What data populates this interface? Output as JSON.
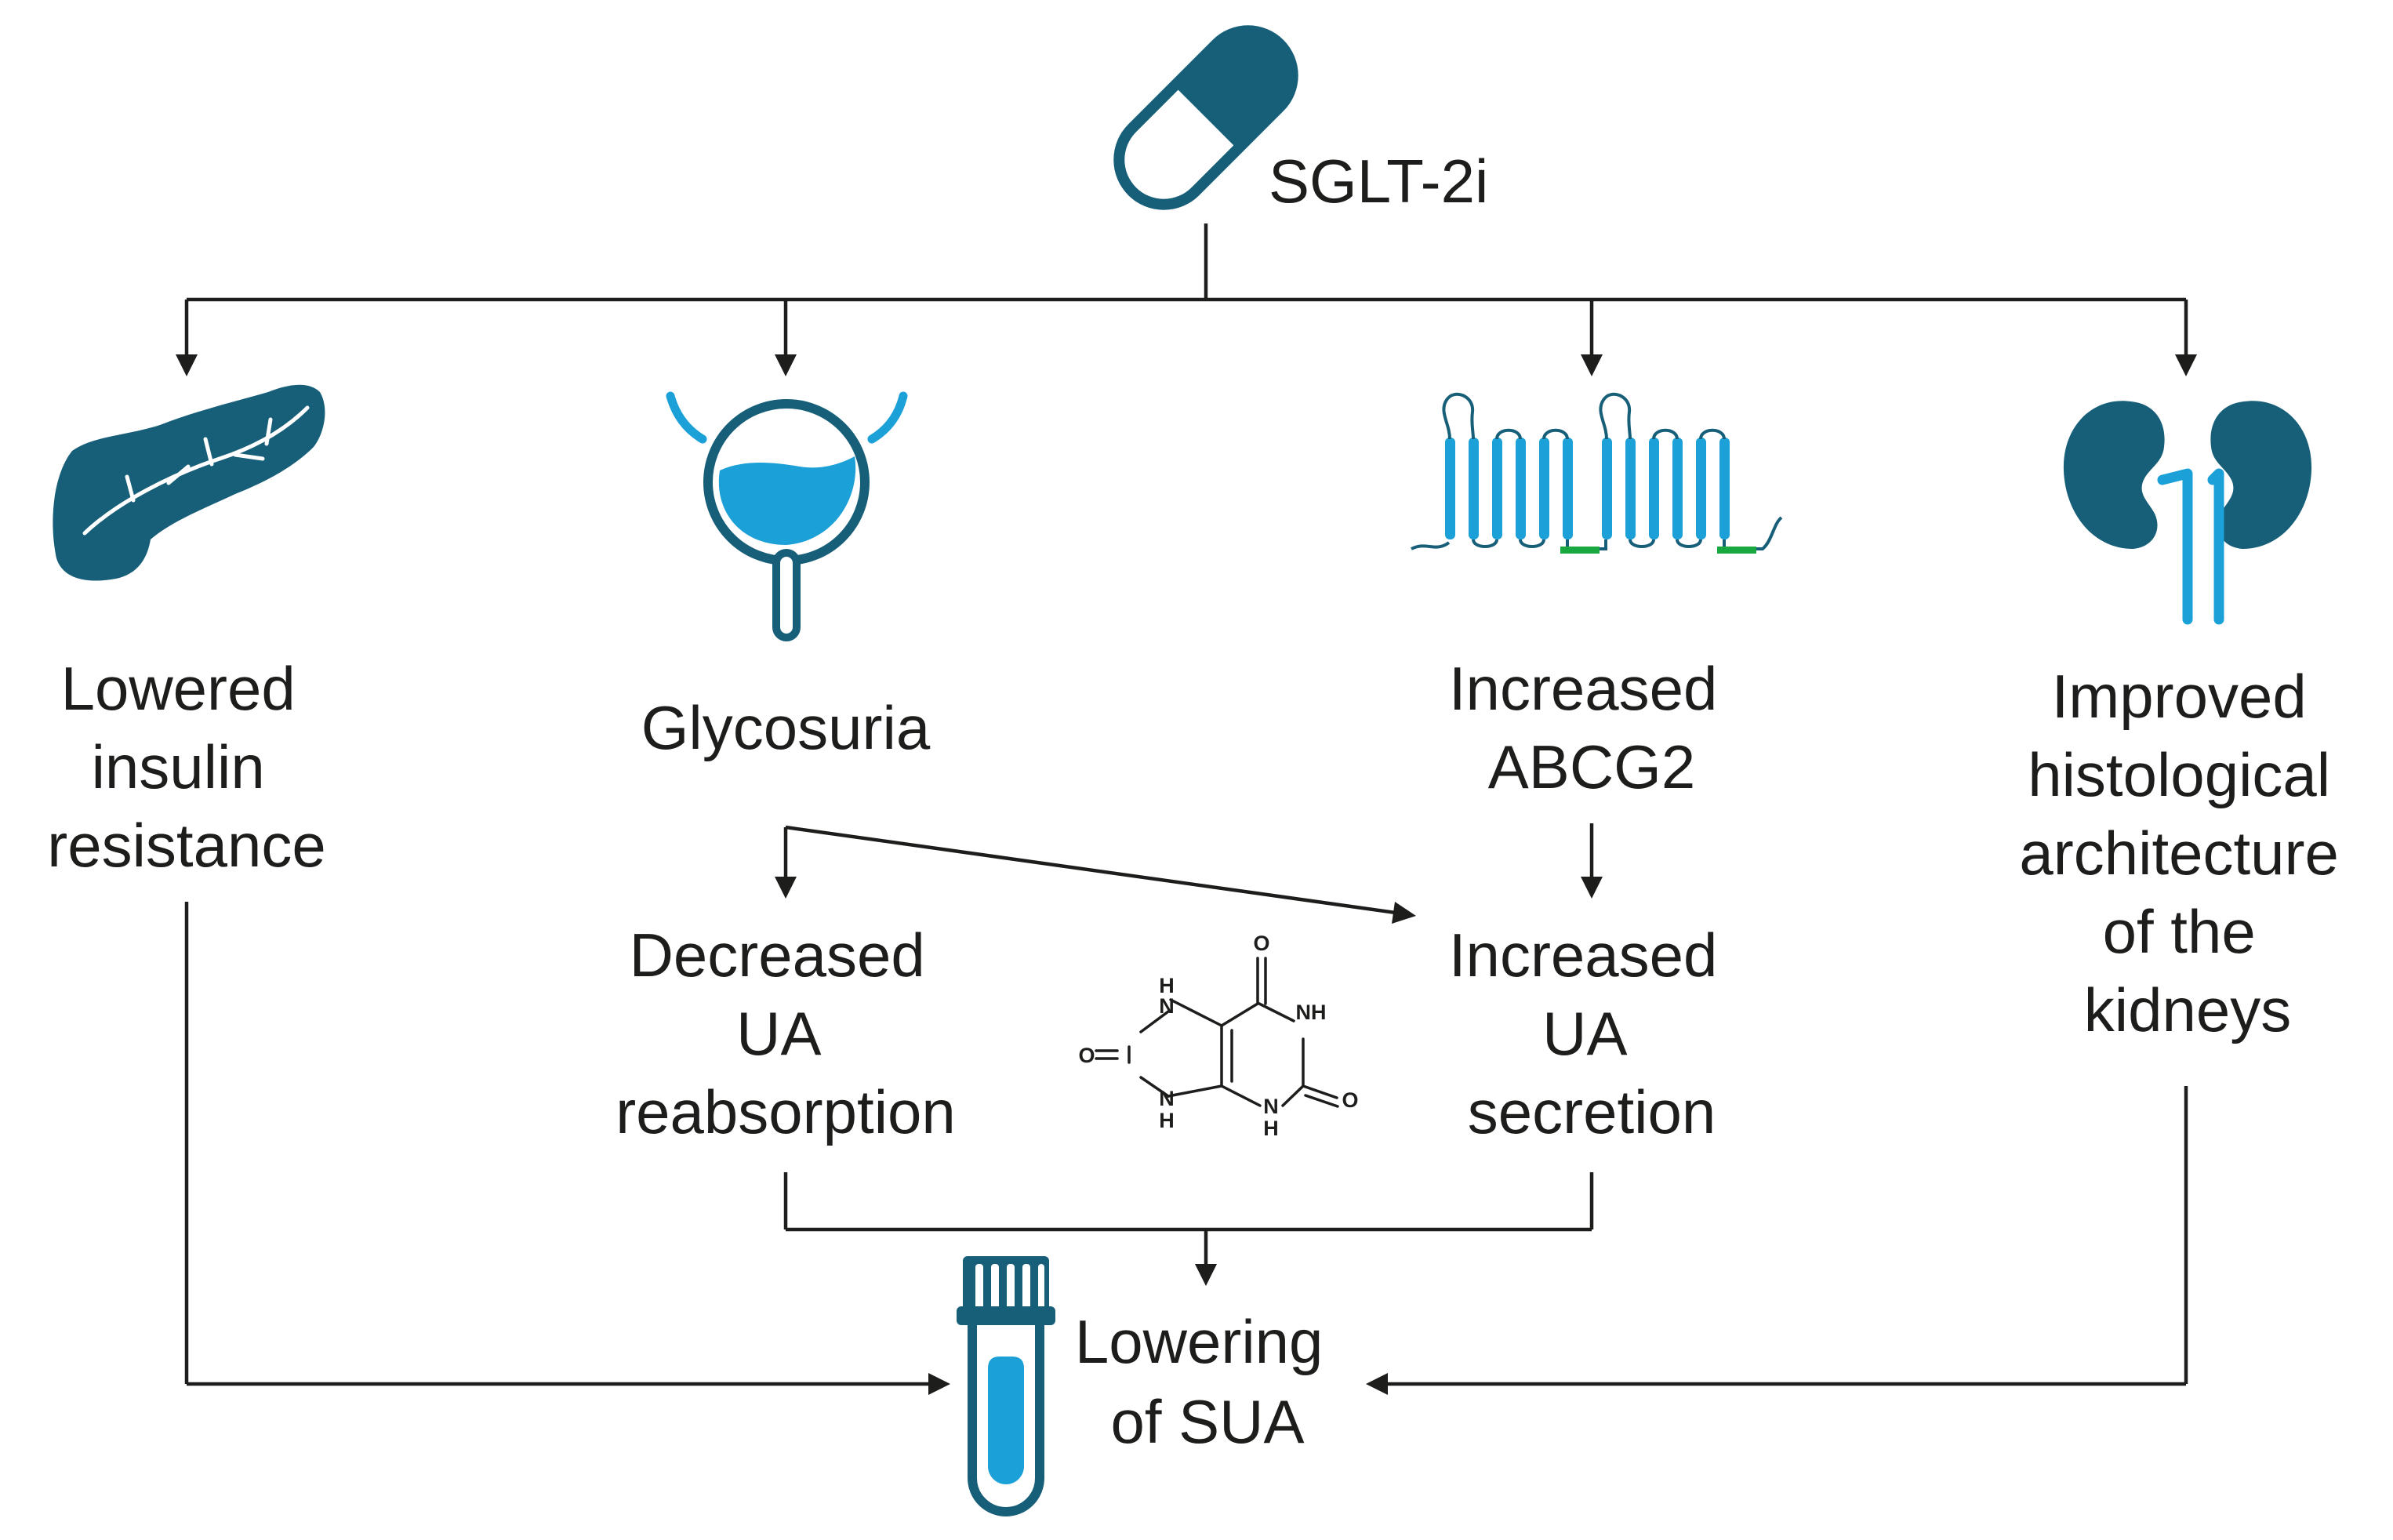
{
  "colors": {
    "dark_teal": "#175f78",
    "light_blue": "#1ca0d8",
    "green": "#19a83f",
    "line": "#1d1d1b"
  },
  "drug": {
    "icon": "capsule-icon",
    "label": "SGLT-2i"
  },
  "effects": {
    "insulin": {
      "icon": "pancreas-icon",
      "lines": [
        "Lowered",
        "insulin",
        "resistance"
      ]
    },
    "glycosuria": {
      "icon": "bladder-icon",
      "lines": [
        "Glycosuria"
      ]
    },
    "abcg2": {
      "icon": "transmembrane-protein-icon",
      "lines": [
        "Increased",
        "ABCG2"
      ]
    },
    "kidneys": {
      "icon": "kidneys-icon",
      "lines": [
        "Improved",
        "histological",
        "architecture",
        "of the",
        "kidneys"
      ]
    }
  },
  "mechanisms": {
    "reabsorption": {
      "lines": [
        "Decreased",
        "UA",
        "reabsorption"
      ]
    },
    "secretion": {
      "lines": [
        "Increased",
        "UA",
        "secretion"
      ]
    }
  },
  "uric_acid": {
    "icon": "uric-acid-molecule-icon",
    "atoms": {
      "nh_top_left": "H",
      "n_top_left": "N",
      "o_left": "O",
      "n_bottom_left": "N",
      "h_bottom_left": "H",
      "o_top": "O",
      "nh_right": "NH",
      "n_bottom": "N",
      "h_bottom": "H",
      "o_right": "O"
    }
  },
  "outcome": {
    "icon": "test-tube-icon",
    "lines": [
      "Lowering",
      "of SUA"
    ]
  }
}
